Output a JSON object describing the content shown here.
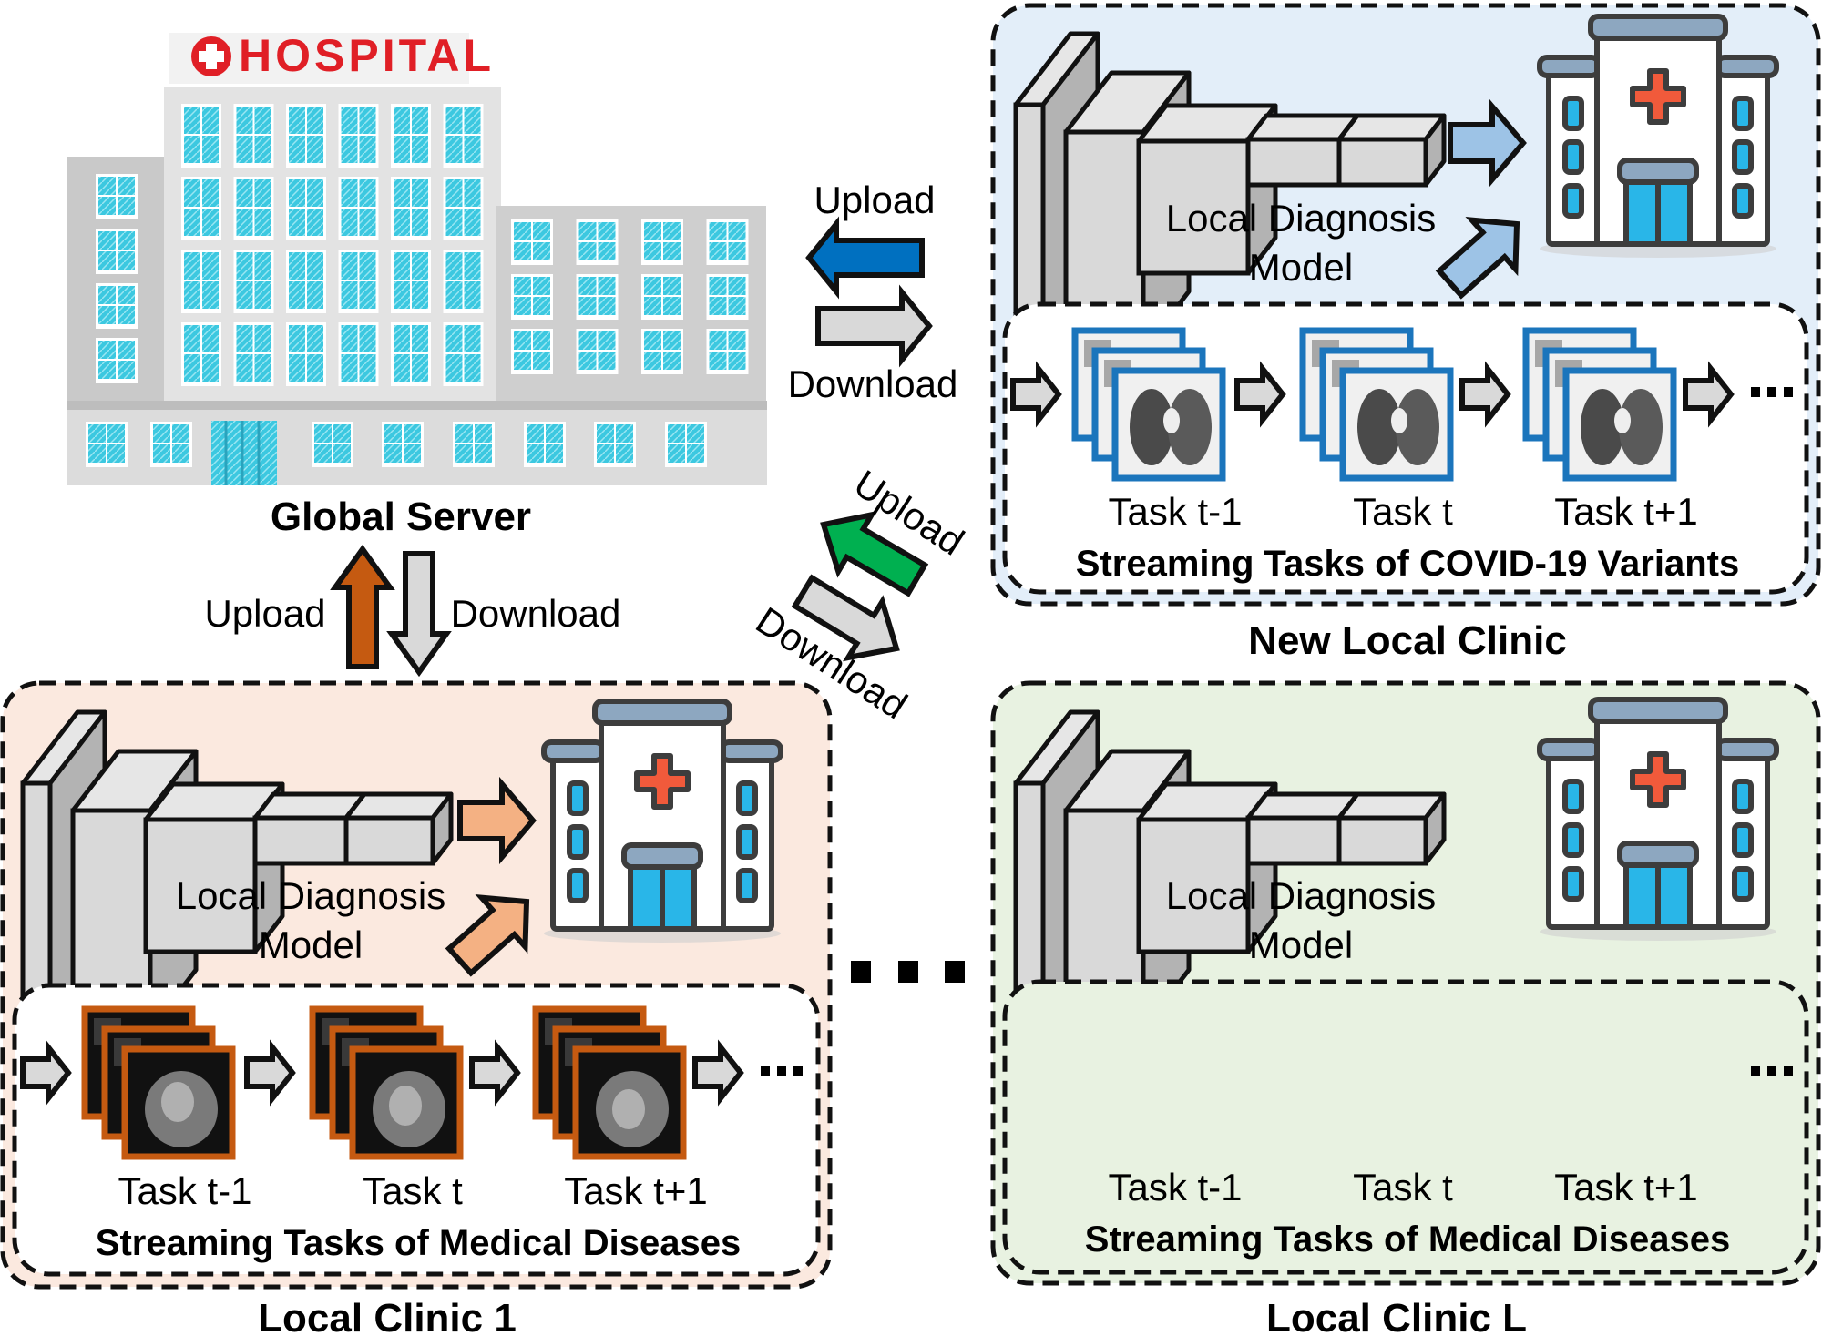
{
  "figure": {
    "global_server": {
      "sign_text": "HOSPITAL",
      "label": "Global Server",
      "upload_label": "Upload",
      "download_label": "Download"
    },
    "top_link": {
      "upload_label": "Upload",
      "download_label": "Download"
    },
    "diagonal_link": {
      "upload_label": "Upload",
      "download_label": "Download"
    },
    "separator": "...",
    "clinics": [
      {
        "id": "new-local-clinic",
        "title": "New Local Clinic",
        "model_label_line1": "Local Diagnosis",
        "model_label_line2": "Model",
        "stream_caption": "Streaming Tasks of COVID-19 Variants",
        "tasks": [
          "Task t-1",
          "Task t",
          "Task t+1"
        ],
        "image_type": "lung-ct",
        "show_images": true,
        "ellipsis": "...",
        "theme": {
          "fill": "#e3eef9",
          "frame": "#1b75bc",
          "arrow": "#9dc3e6"
        }
      },
      {
        "id": "local-clinic-1",
        "title": "Local Clinic 1",
        "model_label_line1": "Local Diagnosis",
        "model_label_line2": "Model",
        "stream_caption": "Streaming Tasks of Medical Diseases",
        "tasks": [
          "Task t-1",
          "Task t",
          "Task t+1"
        ],
        "image_type": "cardiac-ct",
        "show_images": true,
        "ellipsis": "...",
        "theme": {
          "fill": "#fbe9df",
          "frame": "#c55a11",
          "arrow": "#f4b183"
        }
      },
      {
        "id": "local-clinic-L",
        "title": "Local Clinic L",
        "model_label_line1": "Local Diagnosis",
        "model_label_line2": "Model",
        "stream_caption": "Streaming Tasks of Medical Diseases",
        "tasks": [
          "Task t-1",
          "Task t",
          "Task t+1"
        ],
        "image_type": "none",
        "show_images": false,
        "ellipsis": "...",
        "theme": {
          "fill": "#e8f2e1",
          "frame": "#548235",
          "arrow": "#c5e0b4"
        }
      }
    ],
    "colors": {
      "upload_vertical": "#c55a11",
      "upload_top": "#0070c0",
      "upload_diagonal": "#00b050",
      "download": "#d9d9d9",
      "window_blue": "#3cc8e0",
      "hospital_cross": "#f15a3b",
      "building_gray": "#d9d9d9"
    }
  }
}
